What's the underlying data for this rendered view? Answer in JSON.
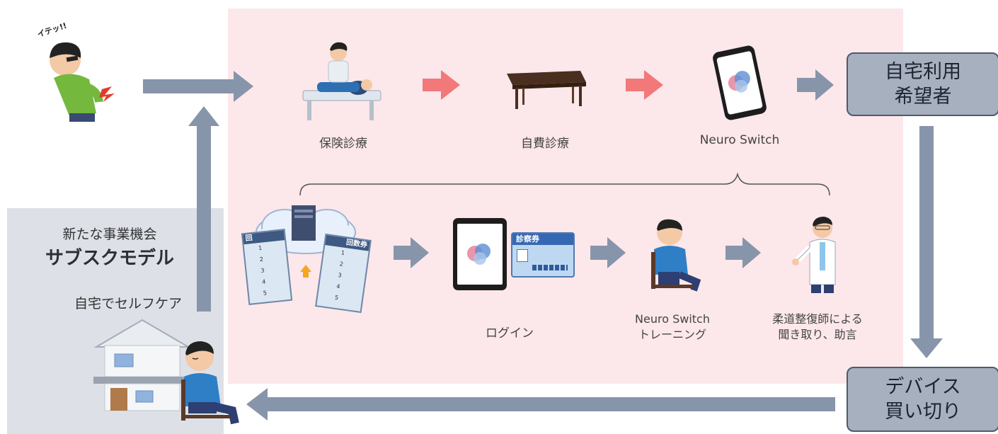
{
  "colors": {
    "pink_bg": "#fce7ea",
    "grey_bg": "#dde1e7",
    "arrow_grey": "#8795aa",
    "arrow_pink": "#f2787a",
    "box_fill": "#a6b0bf",
    "box_border": "#4f5a6b"
  },
  "top_flow": {
    "patient_exclaim": "イテッ!!",
    "step1_label": "保険診療",
    "step2_label": "自費診療",
    "step3_label": "Neuro Switch"
  },
  "right_boxes": {
    "home_use_line1": "自宅利用",
    "home_use_line2": "希望者",
    "device_buy_line1": "デバイス",
    "device_buy_line2": "買い切り"
  },
  "bottom_flow": {
    "sheet_left_title": "回",
    "sheet_right_title": "回数券",
    "sheet_numbers": [
      "1",
      "2",
      "3",
      "4",
      "5"
    ],
    "card_title": "診察券",
    "login_label": "ログイン",
    "training_line1": "Neuro Switch",
    "training_line2": "トレーニング",
    "advice_line1": "柔道整復師による",
    "advice_line2": "聞き取り、助言"
  },
  "left_panel": {
    "new_business": "新たな事業機会",
    "subscription_model": "サブスクモデル",
    "self_care": "自宅でセルフケア"
  },
  "icons": [
    "patient-back-pain-icon",
    "treatment-bed-icon",
    "massage-table-icon",
    "smartphone-app-icon",
    "cloud-server-icon",
    "ticket-sheet-icon",
    "tablet-app-icon",
    "clinic-card-icon",
    "training-person-icon",
    "doctor-icon",
    "house-icon",
    "relaxing-person-icon"
  ]
}
